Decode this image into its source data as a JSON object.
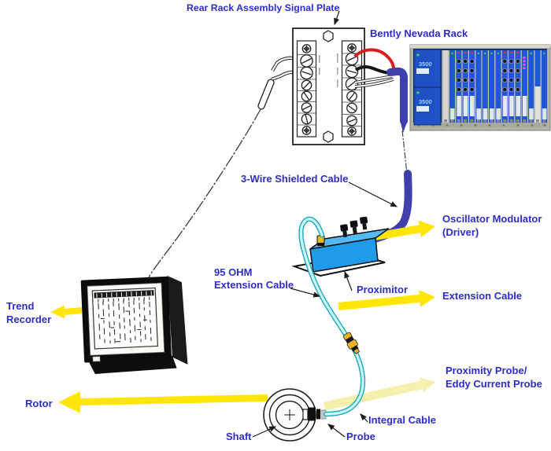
{
  "diagram": {
    "labels": {
      "rear_plate": "Rear Rack Assembly Signal Plate",
      "bently_rack": "Bently Nevada Rack",
      "three_wire_cable": "3-Wire Shielded Cable",
      "oscillator_line1": "Oscillator Modulator",
      "oscillator_line2": "(Driver)",
      "ohm95_line1": "95 OHM",
      "ohm95_line2": "Extension Cable",
      "proximitor": "Proximitor",
      "extension_cable": "Extension Cable",
      "trend_line1": "Trend",
      "trend_line2": "Recorder",
      "prox_probe_line1": "Proximity Probe/",
      "prox_probe_line2": "Eddy Current Probe",
      "rotor": "Rotor",
      "integral_cable": "Integral Cable",
      "shaft": "Shaft",
      "probe": "Probe"
    },
    "rack": {
      "model_top": "3500",
      "model_bottom": "3500"
    },
    "colors": {
      "label_text": "#2d2dcb",
      "arrow_yellow": "#ffe608",
      "arrow_pale_yellow": "#f4eda0",
      "cable_blue": "#3f3fad",
      "cable_cyan_core": "#c9f7f7",
      "cable_cyan_edge": "#1da9bd",
      "proximitor_blue": "#1e9ce9",
      "rack_blue": "#2156d6",
      "wire_red": "#d81f1f"
    }
  }
}
